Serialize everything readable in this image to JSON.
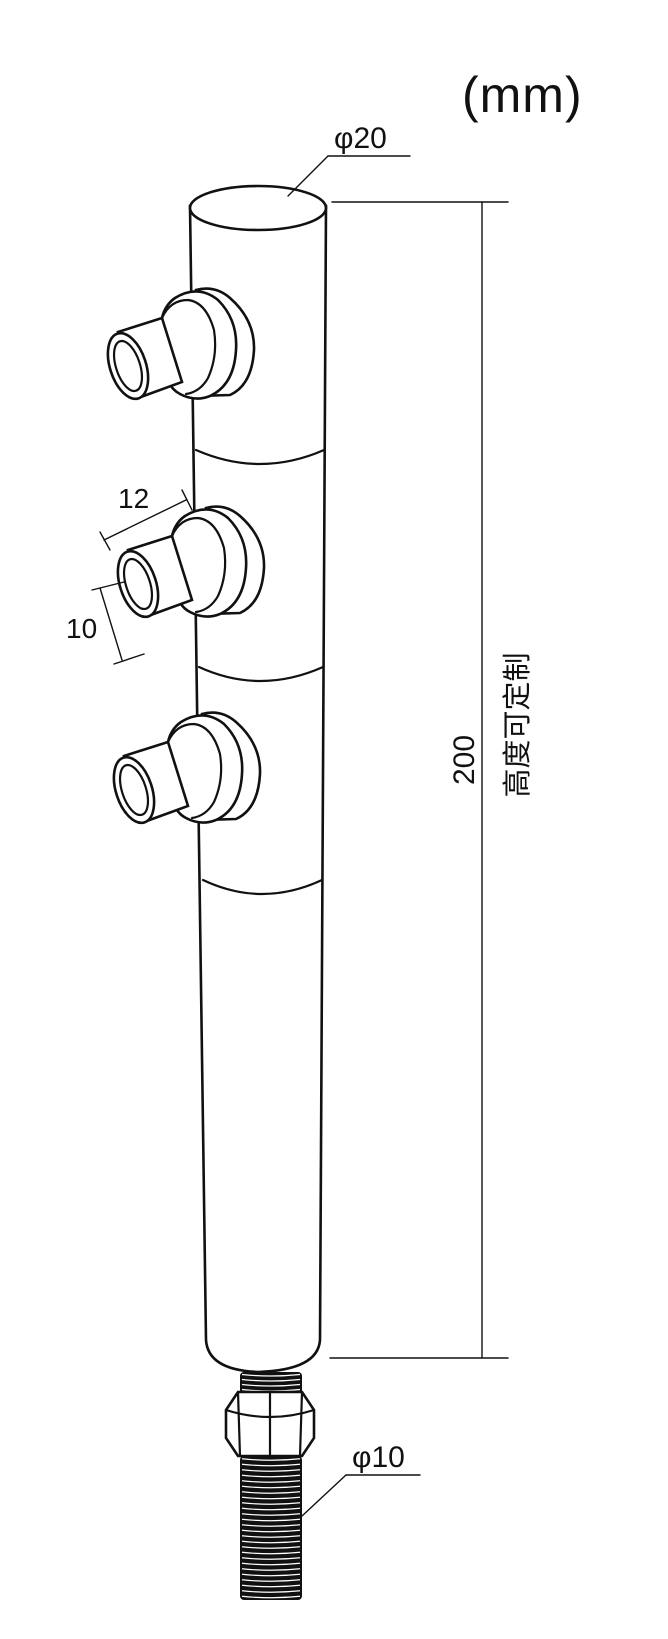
{
  "unit_label": "(mm)",
  "dimensions": {
    "top_diameter": "φ20",
    "bottom_diameter": "φ10",
    "nozzle_length": "12",
    "nozzle_diameter": "10",
    "height": "200",
    "height_note": "高度可定制"
  },
  "colors": {
    "line": "#111111",
    "background": "#ffffff"
  }
}
